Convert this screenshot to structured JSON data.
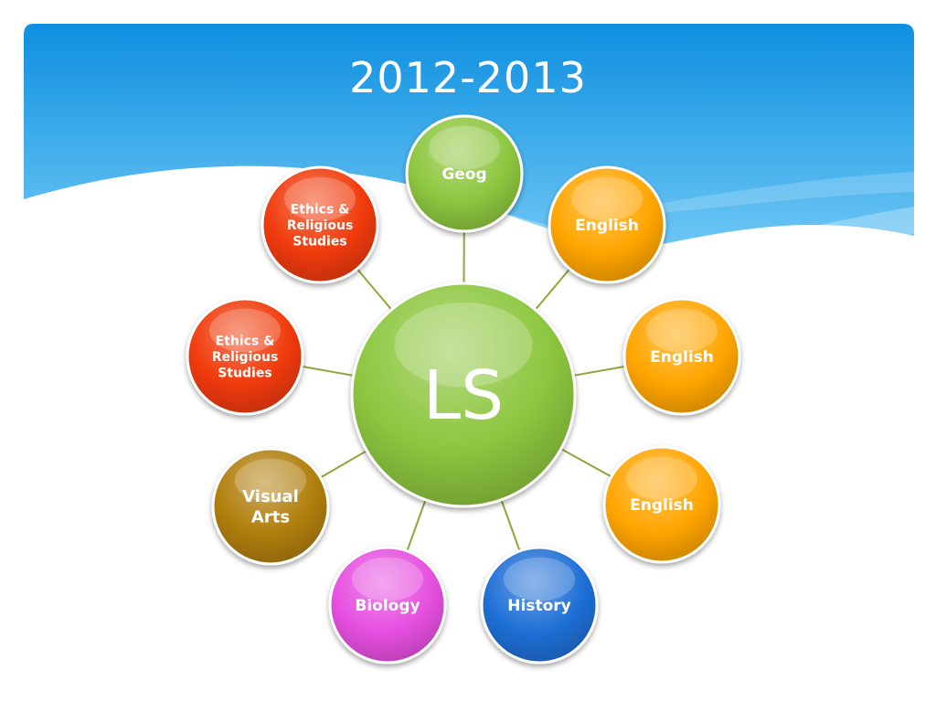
{
  "slide": {
    "title": "2012-2013"
  },
  "hub": {
    "label": "LS",
    "color": "#8DC63F"
  },
  "nodes": [
    {
      "id": "geog",
      "lines": [
        "Geog"
      ],
      "color": "#8DC63F"
    },
    {
      "id": "english-1",
      "lines": [
        "English"
      ],
      "color": "#FFA500"
    },
    {
      "id": "english-2",
      "lines": [
        "English"
      ],
      "color": "#FFA500"
    },
    {
      "id": "english-3",
      "lines": [
        "English"
      ],
      "color": "#FFA500"
    },
    {
      "id": "history",
      "lines": [
        "History"
      ],
      "color": "#1F6FD6"
    },
    {
      "id": "biology",
      "lines": [
        "Biology"
      ],
      "color": "#E64FE0"
    },
    {
      "id": "visual-arts",
      "lines": [
        "Visual",
        "Arts"
      ],
      "color": "#B07E0C"
    },
    {
      "id": "ethics-1",
      "lines": [
        "Ethics &",
        "Religious",
        "Studies"
      ],
      "color": "#F03A0A"
    },
    {
      "id": "ethics-2",
      "lines": [
        "Ethics &",
        "Religious",
        "Studies"
      ],
      "color": "#F03A0A"
    }
  ],
  "colors": {
    "sky_top": "#0E8FE0",
    "sky_bottom": "#6CC6F4",
    "connector": "#8EA63A"
  }
}
